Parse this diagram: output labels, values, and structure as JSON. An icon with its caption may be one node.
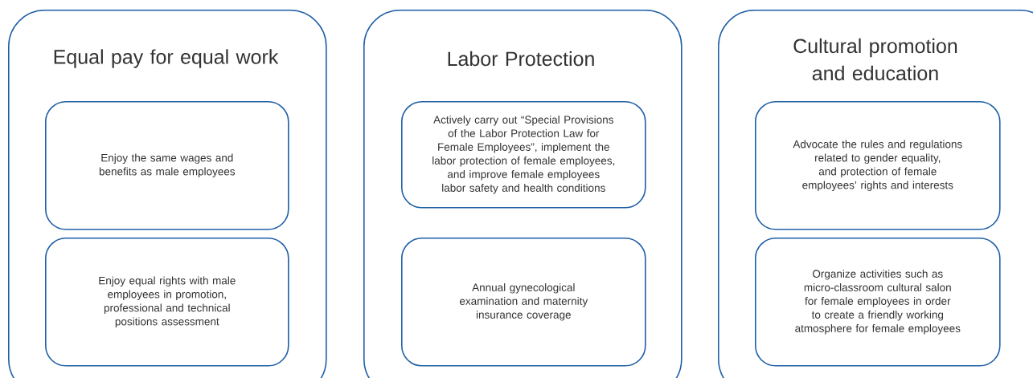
{
  "diagram": {
    "nodes": [
      {
        "text": [
          "Equal pay for equal work"
        ]
      },
      {
        "text": [
          "Enjoy the same wages and benefits as male employees"
        ],
        "in": 0
      },
      {
        "text": [
          "Enjoy equal rights with male employees in promotion, professional and technical positions assessment"
        ],
        "in": 0
      },
      {
        "text": [
          "Labor Protection"
        ]
      },
      {
        "text": [
          "Actively carry out “Special Provisions of the Labor Protection Law for Female Employees”, implement the labor protection of female employees, and improve female employees labor safety and health conditions"
        ],
        "in": 3
      },
      {
        "text": [
          "Annual gynecological examination and maternity insurance coverage"
        ],
        "in": 3
      },
      {
        "text": [
          "Cultural promotion and education"
        ]
      },
      {
        "text": [
          "Advocate the rules and regulations related to gender equality, and protection of female employees’ rights and interests"
        ],
        "in": 6
      },
      {
        "text": [
          "Organize activities such as micro-classroom cultural salon for female employees in order to create a friendly working atmosphere for female employees"
        ],
        "in": 6
      }
    ]
  }
}
